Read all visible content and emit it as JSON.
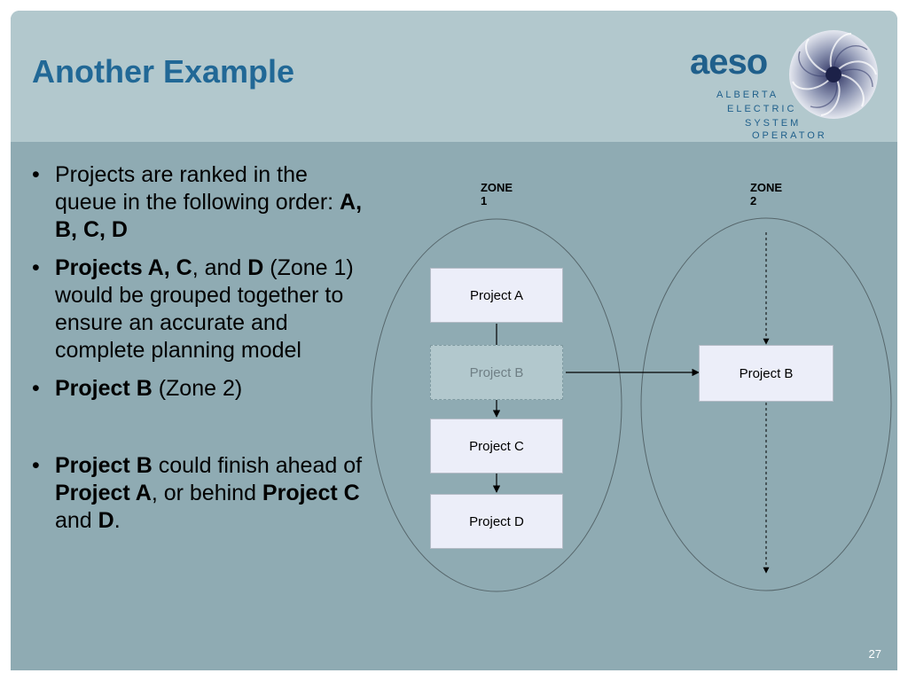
{
  "slide": {
    "title": "Another Example",
    "page_number": "27"
  },
  "logo": {
    "word": "aeso",
    "lines": [
      "ALBERTA",
      "ELECTRIC",
      "SYSTEM",
      "OPERATOR"
    ]
  },
  "bullets": [
    {
      "parts": [
        {
          "text": "Projects are ranked in the queue in the following order:  ",
          "bold": false
        },
        {
          "text": "A, B, C, D",
          "bold": true
        }
      ]
    },
    {
      "parts": [
        {
          "text": "Projects A, C",
          "bold": true
        },
        {
          "text": ", and ",
          "bold": false
        },
        {
          "text": "D",
          "bold": true
        },
        {
          "text": " (Zone 1) would be grouped together to ensure an accurate and complete planning model",
          "bold": false
        }
      ]
    },
    {
      "parts": [
        {
          "text": "Project B",
          "bold": true
        },
        {
          "text": " (Zone 2)",
          "bold": false
        }
      ]
    },
    {
      "parts": [
        {
          "text": "Project B",
          "bold": true
        },
        {
          "text": " could finish ahead of ",
          "bold": false
        },
        {
          "text": "Project A",
          "bold": true
        },
        {
          "text": ", or behind ",
          "bold": false
        },
        {
          "text": "Project C",
          "bold": true
        },
        {
          "text": " and ",
          "bold": false
        },
        {
          "text": "D",
          "bold": true
        },
        {
          "text": ".",
          "bold": false
        }
      ]
    }
  ],
  "diagram": {
    "zone1_label": "ZONE 1",
    "zone2_label": "ZONE 2",
    "zone1_boxes": {
      "a": "Project A",
      "b_ghost": "Project B",
      "c": "Project C",
      "d": "Project D"
    },
    "zone2_box": "Project B"
  }
}
